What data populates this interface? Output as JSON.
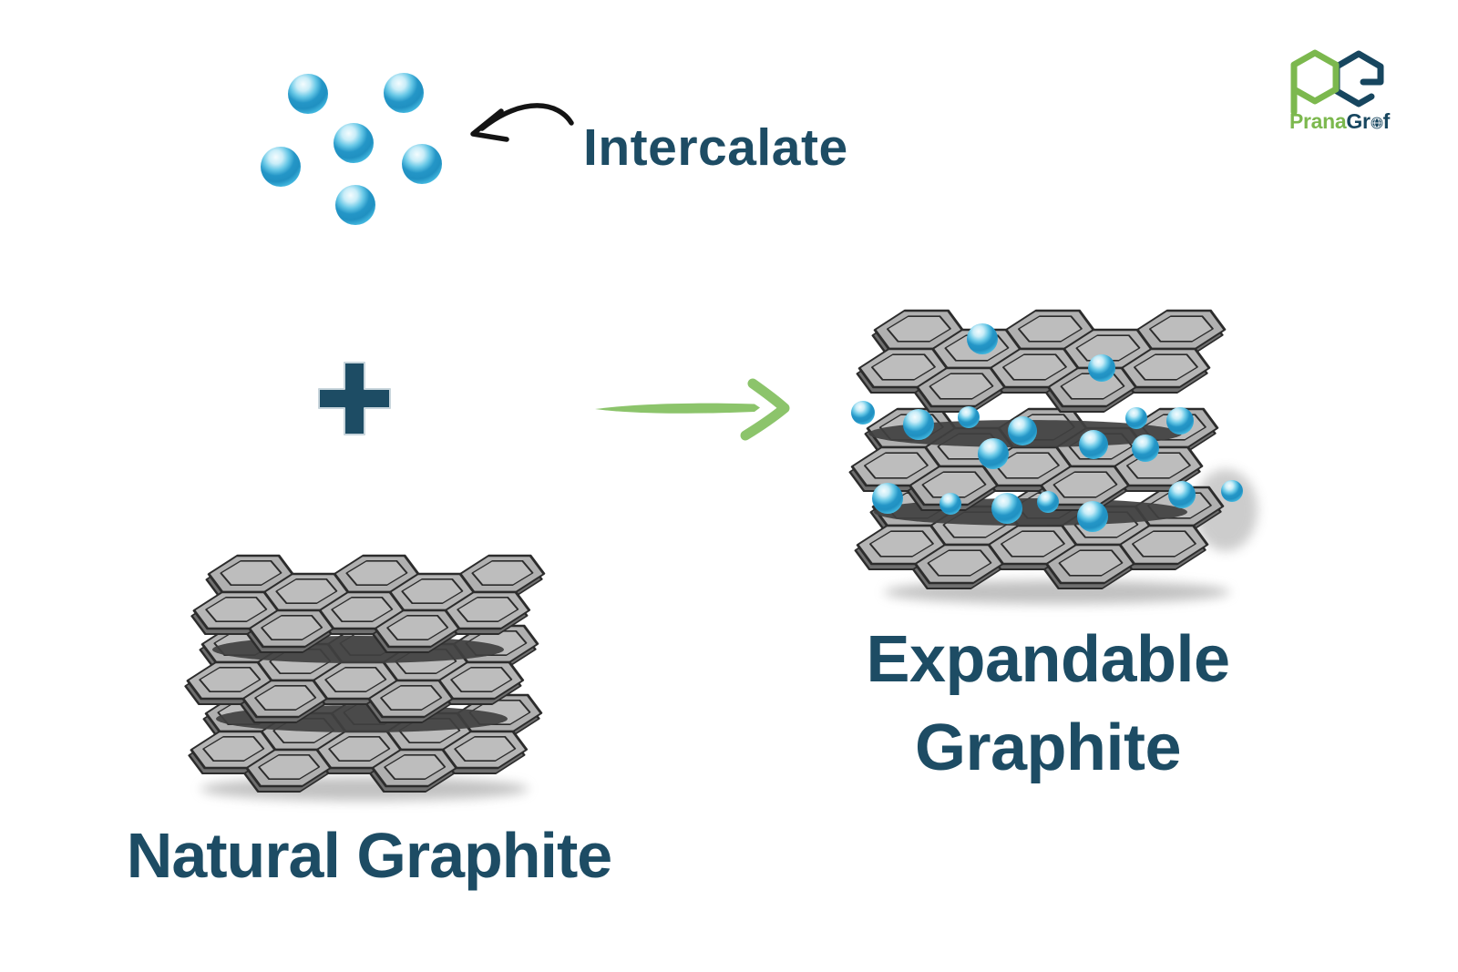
{
  "colors": {
    "background": "#ffffff",
    "heading_text": "#1d4c64",
    "transform_arrow_green": "#8cc46b",
    "annotation_arrow_black": "#141414",
    "logo_green": "#7cb84e",
    "logo_dark": "#17465f",
    "plus_outline": "#c8d5dc",
    "sphere_blue_mid": "#2496c7",
    "sphere_blue_light": "#59cfee",
    "graphite_tile_fill": "#b0b0b0",
    "graphite_tile_inner": "#bdbdbd",
    "graphite_tile_side": "#6f6f6f",
    "graphite_outline": "#2c2c2c",
    "layer_shadow": "#404040",
    "floor_shadow": "#8f8f8f"
  },
  "labels": {
    "intercalate": "Intercalate",
    "natural_graphite": "Natural Graphite",
    "expandable_line1": "Expandable",
    "expandable_line2": "Graphite"
  },
  "logo": {
    "prana": "Prana",
    "graf": "Graf",
    "graf_pre": "Gr",
    "graf_post": "f"
  },
  "figures": {
    "intercalant_particle_count": 6,
    "graphite_layer_count": 3,
    "expandable_intercalated_sphere_count": 18
  }
}
